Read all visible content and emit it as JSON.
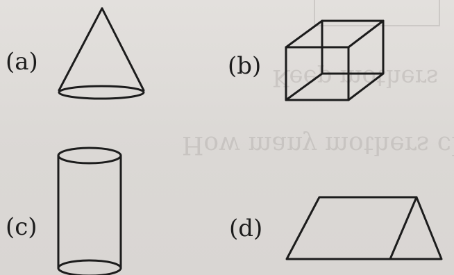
{
  "figures": [
    {
      "label": "(a)",
      "shape_icon": "cone-icon"
    },
    {
      "label": "(b)",
      "shape_icon": "cube-icon"
    },
    {
      "label": "(c)",
      "shape_icon": "cylinder-icon"
    },
    {
      "label": "(d)",
      "shape_icon": "triangular-prism-icon"
    }
  ]
}
